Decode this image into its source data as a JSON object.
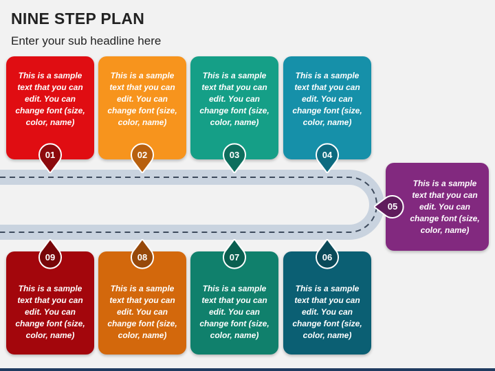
{
  "header": {
    "title": "NINE STEP PLAN",
    "subtitle": "Enter your sub headline here"
  },
  "steps": [
    {
      "number": "01",
      "color": "#e00d12",
      "text": "This is a sample text that you can edit. You can change font (size, color, name)"
    },
    {
      "number": "02",
      "color": "#f7941d",
      "text": "This is a sample text that you can edit. You can change font (size, color, name)"
    },
    {
      "number": "03",
      "color": "#159f87",
      "text": "This is a sample text that you can edit. You can change font (size, color, name)"
    },
    {
      "number": "04",
      "color": "#1690a9",
      "text": "This is a sample text that you can edit. You can change font (size, color, name)"
    },
    {
      "number": "05",
      "color": "#82297f",
      "text": "This is a sample text that you can edit. You can change font (size, color, name)"
    },
    {
      "number": "06",
      "color": "#0b5f73",
      "text": "This is a sample text that you can edit. You can change font (size, color, name)"
    },
    {
      "number": "07",
      "color": "#10806c",
      "text": "This is a sample text that you can edit. You can change font (size, color, name)"
    },
    {
      "number": "08",
      "color": "#d3680c",
      "text": "This is a sample text that you can edit. You can change font (size, color, name)"
    },
    {
      "number": "09",
      "color": "#a3060c",
      "text": "This is a sample text that you can edit. You can change font (size, color, name)"
    }
  ],
  "marker_dark_colors": [
    "#8d0a0d",
    "#b8600e",
    "#0d6e5d",
    "#0d6b80",
    "#5f1c5c",
    "#0a4a59",
    "#0a5f50",
    "#97490a",
    "#780609"
  ],
  "road_color": "#c9d3df",
  "road_dash_color": "#3d4a5c"
}
